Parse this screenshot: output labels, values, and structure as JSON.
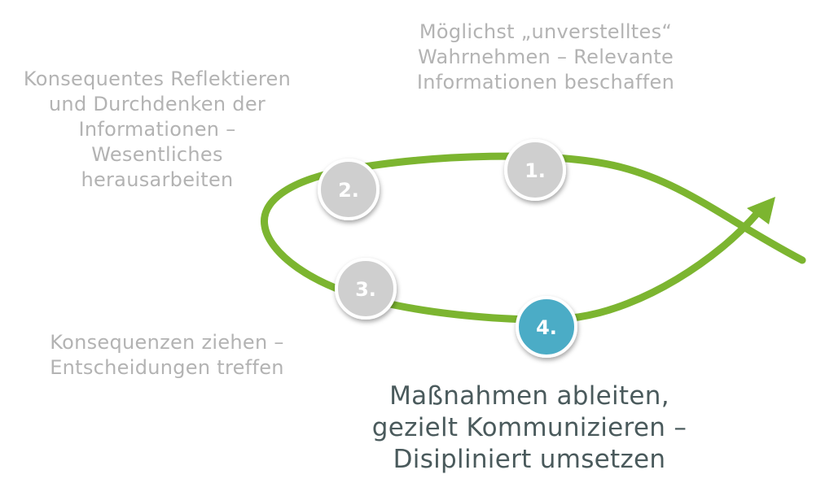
{
  "colors": {
    "loop": "#7cb530",
    "step_inactive": "#cfcfcf",
    "step_active": "#4bacc6",
    "text_inactive": "#b3b3b3",
    "text_active": "#4a5a5c"
  },
  "steps": [
    {
      "number": "1.",
      "label": "Möglichst „unverstelltes“\nWahrnehmen – Relevante\nInformationen beschaffen",
      "active": false
    },
    {
      "number": "2.",
      "label": "Konsequentes Reflektieren\nund Durchdenken der\nInformationen – Wesentliches\nherausarbeiten",
      "active": false
    },
    {
      "number": "3.",
      "label": "Konsequenzen ziehen –\nEntscheidungen treffen",
      "active": false
    },
    {
      "number": "4.",
      "label": "Maßnahmen ableiten,\ngezielt Kommunizieren –\nDisipliniert umsetzen",
      "active": true
    }
  ]
}
